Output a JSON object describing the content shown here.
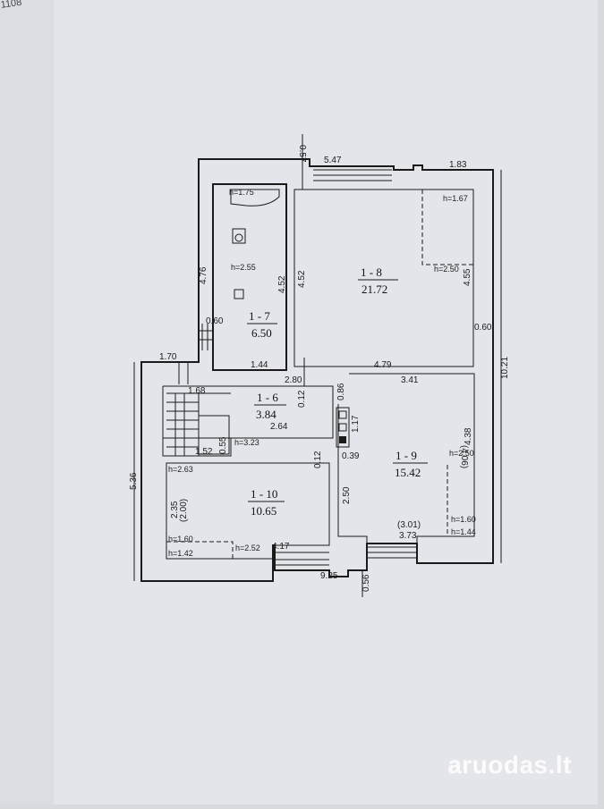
{
  "corner_text": "1108",
  "watermark": "aruodas.lt",
  "colors": {
    "paper": "#e4e5ea",
    "ink": "#1a1a1a",
    "shade": "#c9cbd2"
  },
  "rooms": [
    {
      "id": "1 - 7",
      "area": "6.50"
    },
    {
      "id": "1 - 8",
      "area": "21.72"
    },
    {
      "id": "1 - 6",
      "area": "3.84"
    },
    {
      "id": "1 - 9",
      "area": "15.42"
    },
    {
      "id": "1 - 10",
      "area": "10.65"
    }
  ],
  "heights": [
    "h=1.75",
    "h=2.55",
    "h=1.67",
    "h=2.50",
    "h=3.23",
    "h=2.63",
    "h=2.50",
    "h=1.60",
    "h=1.42",
    "h=2.52",
    "h=1.60",
    "h=1.44"
  ],
  "dims": {
    "top_057": "0.57",
    "top_547": "5.47",
    "top_183": "1.83",
    "left_476": "4.76",
    "room7_452": "4.52",
    "room8_left_452": "4.52",
    "room8_right_455": "4.55",
    "d060a": "0.60",
    "d060b": "0.60",
    "d1021": "10.21",
    "d170": "1.70",
    "d144": "1.44",
    "d280": "2.80",
    "d479": "4.79",
    "d341": "3.41",
    "d086": "0.86",
    "d012a": "0.12",
    "d168": "1.68",
    "d264": "2.64",
    "d117": "1.17",
    "d406": "(4.06)",
    "d438": "4.38",
    "d055": "0.55",
    "d152": "1.52",
    "d012b": "0.12",
    "d039": "0.39",
    "d536": "5.36",
    "d235": "2.35",
    "d200": "(2.00)",
    "d250": "2.50",
    "d301": "(3.01)",
    "d373": "3.73",
    "d417": "4.17",
    "d925": "9.25",
    "d056": "0.56"
  }
}
